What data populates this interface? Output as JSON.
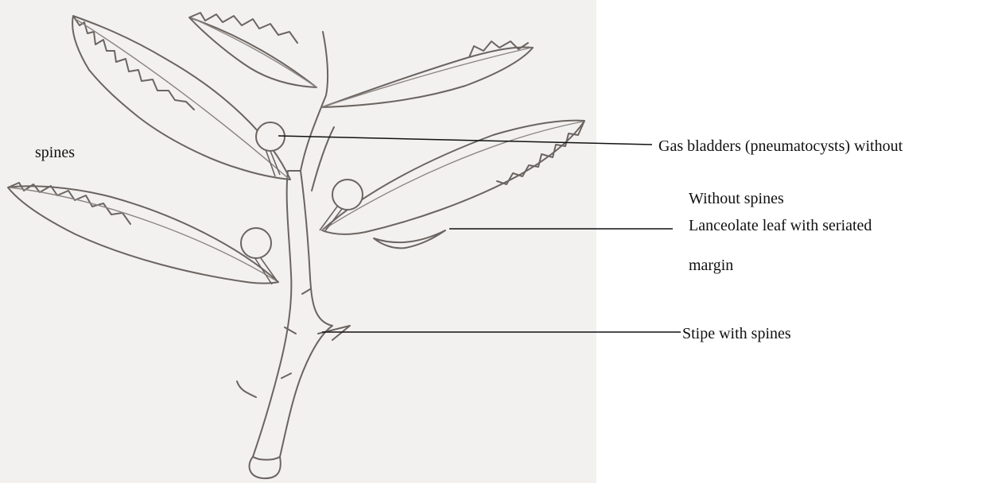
{
  "labels": {
    "gas_bladders": "Gas bladders (pneumatocysts) without",
    "spines": "spines",
    "without_spines": "Without spines",
    "leaf_line1": "Lanceolate leaf with seriated",
    "leaf_line2": "margin",
    "stipe": "Stipe with spines"
  },
  "colors": {
    "paper": "#f2f1ef",
    "pencil": "#6b6461",
    "pencil_light": "#8d8581",
    "leader_line": "#111111",
    "text": "#111111"
  }
}
